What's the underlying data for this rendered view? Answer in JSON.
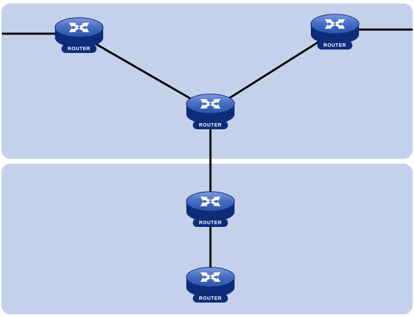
{
  "diagram": {
    "type": "network-topology",
    "colors": {
      "panel": "#c5d1eb",
      "link": "#000000",
      "router_body": "#0e2c7a",
      "router_top_light": "#7d9ade",
      "router_top_dark": "#2b53a8",
      "label_bg": "#0e2c7a",
      "label_text": "#ffffff"
    },
    "panels": [
      {
        "id": "top-area"
      },
      {
        "id": "bottom-area"
      }
    ],
    "nodes": [
      {
        "id": "router-top-left",
        "label": "ROUTER"
      },
      {
        "id": "router-top-right",
        "label": "ROUTER"
      },
      {
        "id": "router-center",
        "label": "ROUTER"
      },
      {
        "id": "router-middle",
        "label": "ROUTER"
      },
      {
        "id": "router-bottom",
        "label": "ROUTER"
      }
    ],
    "links": [
      {
        "from": "left-edge",
        "to": "router-top-left"
      },
      {
        "from": "router-top-left",
        "to": "router-center"
      },
      {
        "from": "router-top-right",
        "to": "router-center"
      },
      {
        "from": "router-top-right",
        "to": "right-edge"
      },
      {
        "from": "router-center",
        "to": "router-middle"
      },
      {
        "from": "router-middle",
        "to": "router-bottom"
      }
    ]
  }
}
